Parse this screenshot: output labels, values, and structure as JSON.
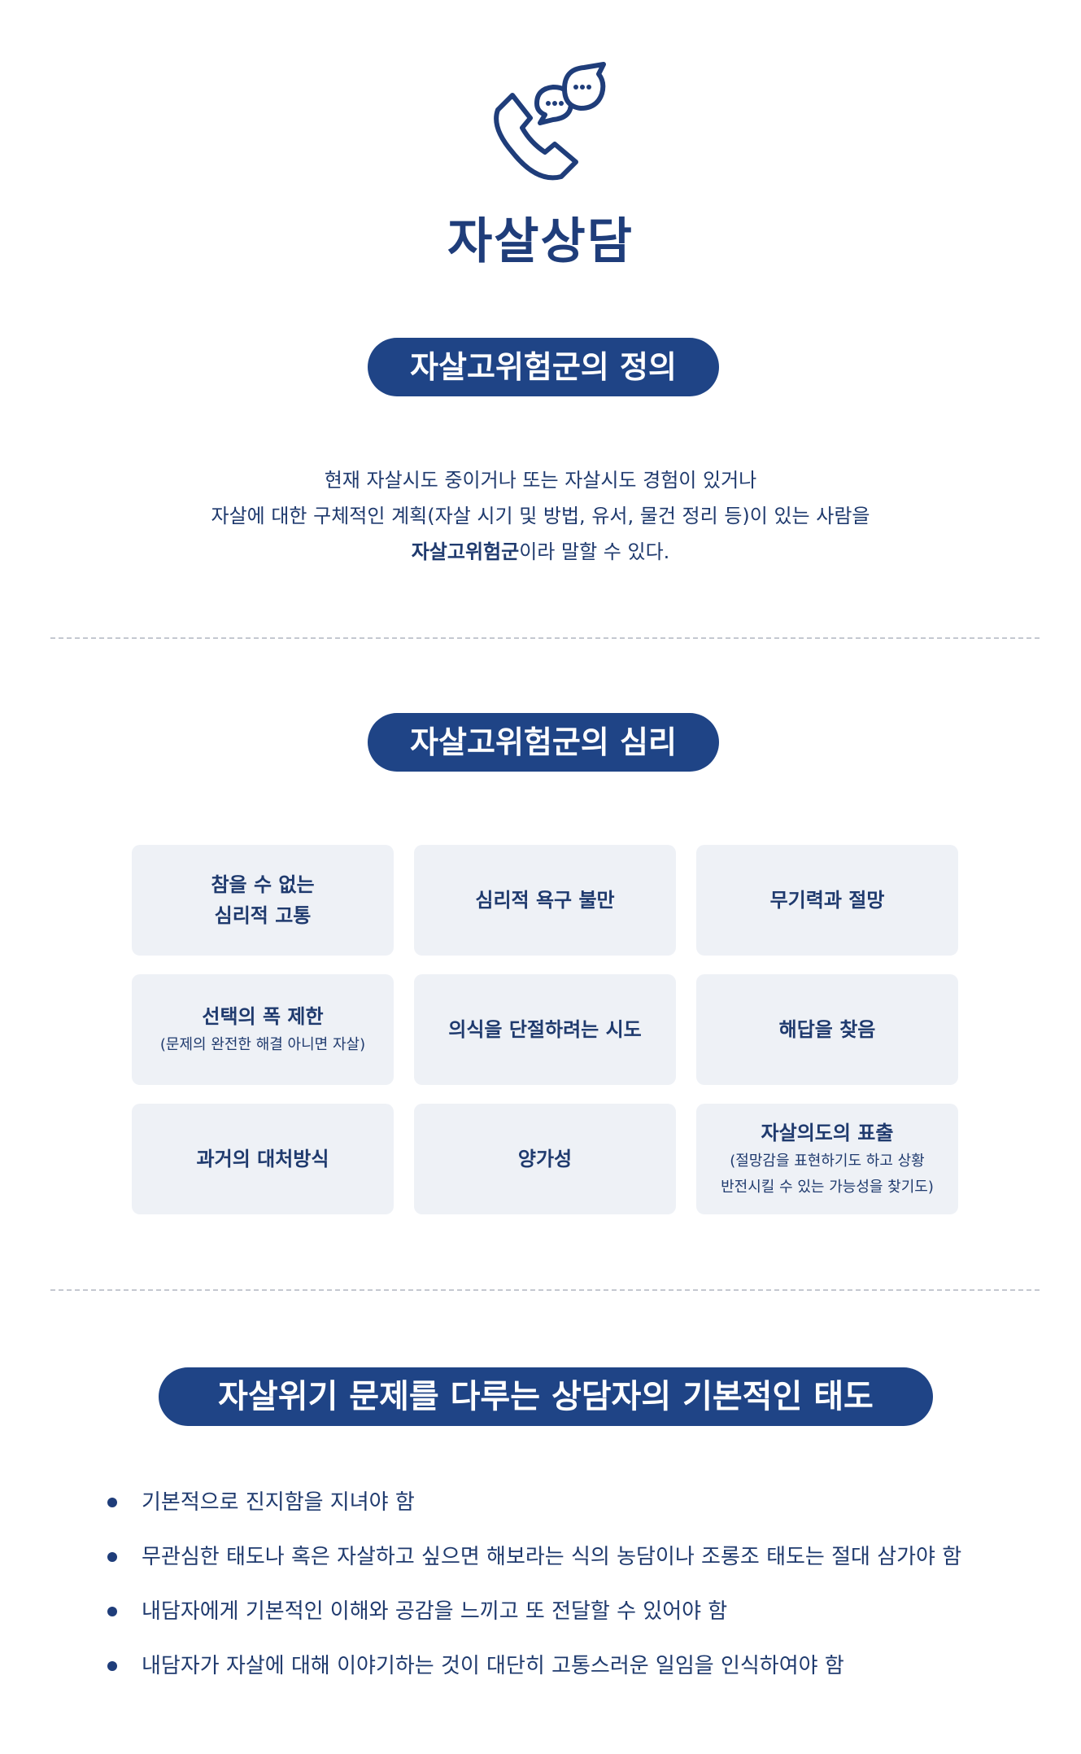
{
  "page": {
    "title": "자살상담",
    "icon": "phone-chat-icon",
    "accent_color": "#1f4486",
    "card_bg": "#eef1f6"
  },
  "definition": {
    "heading": "자살고위험군의 정의",
    "line1": "현재 자살시도 중이거나 또는 자살시도 경험이 있거나",
    "line2": "자살에 대한 구체적인 계획(자살 시기 및 방법, 유서, 물건 정리 등)이 있는 사람을",
    "line3_bold": "자살고위험군",
    "line3_rest": "이라 말할 수 있다."
  },
  "psychology": {
    "heading": "자살고위험군의 심리",
    "cards": [
      {
        "title": "참을 수 없는\n심리적 고통",
        "sub": ""
      },
      {
        "title": "심리적 욕구 불만",
        "sub": ""
      },
      {
        "title": "무기력과 절망",
        "sub": ""
      },
      {
        "title": "선택의 폭 제한",
        "sub": "(문제의 완전한 해결 아니면 자살)"
      },
      {
        "title": "의식을 단절하려는 시도",
        "sub": ""
      },
      {
        "title": "해답을 찾음",
        "sub": ""
      },
      {
        "title": "과거의 대처방식",
        "sub": ""
      },
      {
        "title": "양가성",
        "sub": ""
      },
      {
        "title": "자살의도의 표출",
        "sub": "(절망감을 표현하기도 하고 상황\n반전시킬 수 있는 가능성을 찾기도)"
      }
    ]
  },
  "attitude": {
    "heading": "자살위기 문제를 다루는 상담자의 기본적인 태도",
    "items": [
      "기본적으로 진지함을 지녀야 함",
      "무관심한 태도나 혹은 자살하고 싶으면 해보라는 식의 농담이나 조롱조 태도는 절대 삼가야 함",
      "내담자에게 기본적인 이해와 공감을 느끼고 또 전달할 수 있어야 함",
      "내담자가 자살에 대해 이야기하는 것이 대단히 고통스러운 일임을 인식하여야 함"
    ]
  }
}
